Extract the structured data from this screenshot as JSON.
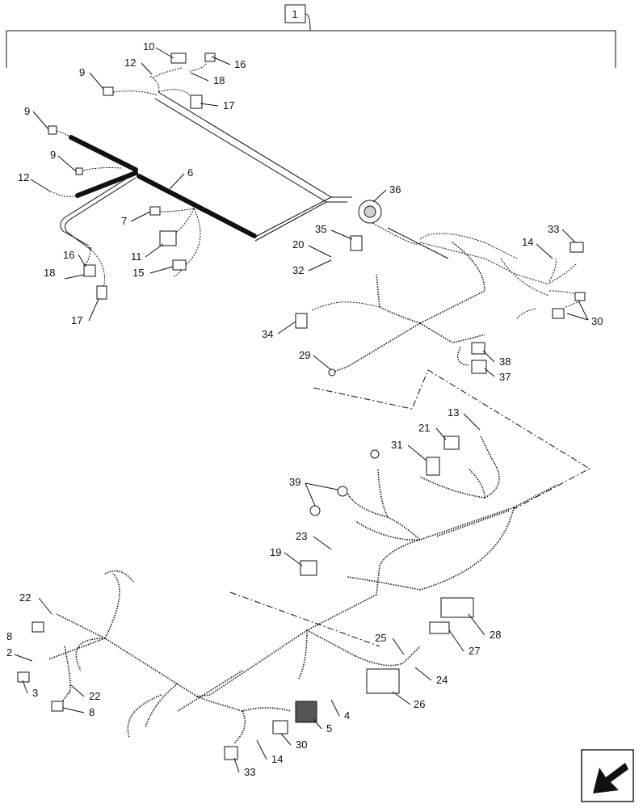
{
  "assembly": {
    "item": "1"
  },
  "callouts": [
    {
      "id": "c1",
      "text": "10"
    },
    {
      "id": "c2",
      "text": "16"
    },
    {
      "id": "c3",
      "text": "12"
    },
    {
      "id": "c4",
      "text": "18"
    },
    {
      "id": "c5",
      "text": "9"
    },
    {
      "id": "c6",
      "text": "17"
    },
    {
      "id": "c7",
      "text": "9"
    },
    {
      "id": "c8",
      "text": "9"
    },
    {
      "id": "c9",
      "text": "12"
    },
    {
      "id": "c10",
      "text": "6"
    },
    {
      "id": "c11",
      "text": "7"
    },
    {
      "id": "c12",
      "text": "11"
    },
    {
      "id": "c13",
      "text": "15"
    },
    {
      "id": "c14",
      "text": "16"
    },
    {
      "id": "c15",
      "text": "18"
    },
    {
      "id": "c16",
      "text": "17"
    },
    {
      "id": "c17",
      "text": "36"
    },
    {
      "id": "c18",
      "text": "35"
    },
    {
      "id": "c19",
      "text": "20"
    },
    {
      "id": "c20",
      "text": "32"
    },
    {
      "id": "c21",
      "text": "33"
    },
    {
      "id": "c22",
      "text": "14"
    },
    {
      "id": "c23",
      "text": "30"
    },
    {
      "id": "c24",
      "text": "34"
    },
    {
      "id": "c25",
      "text": "29"
    },
    {
      "id": "c26",
      "text": "38"
    },
    {
      "id": "c27",
      "text": "37"
    },
    {
      "id": "c28",
      "text": "13"
    },
    {
      "id": "c29",
      "text": "21"
    },
    {
      "id": "c30",
      "text": "31"
    },
    {
      "id": "c31",
      "text": "39"
    },
    {
      "id": "c32",
      "text": "23"
    },
    {
      "id": "c33",
      "text": "19"
    },
    {
      "id": "c34",
      "text": "22"
    },
    {
      "id": "c35",
      "text": "8"
    },
    {
      "id": "c36",
      "text": "2"
    },
    {
      "id": "c37",
      "text": "3"
    },
    {
      "id": "c38",
      "text": "22"
    },
    {
      "id": "c39",
      "text": "8"
    },
    {
      "id": "c40",
      "text": "28"
    },
    {
      "id": "c41",
      "text": "27"
    },
    {
      "id": "c42",
      "text": "25"
    },
    {
      "id": "c43",
      "text": "24"
    },
    {
      "id": "c44",
      "text": "26"
    },
    {
      "id": "c45",
      "text": "4"
    },
    {
      "id": "c46",
      "text": "5"
    },
    {
      "id": "c47",
      "text": "30"
    },
    {
      "id": "c48",
      "text": "14"
    },
    {
      "id": "c49",
      "text": "33"
    }
  ],
  "icons": {
    "orientation": "direction-arrow-icon"
  }
}
